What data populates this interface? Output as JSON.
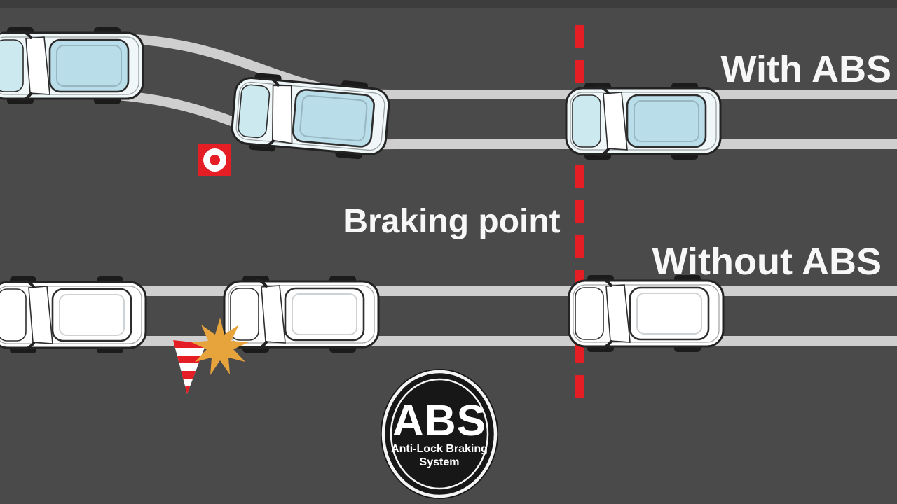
{
  "labels": {
    "with_abs": "With ABS",
    "without_abs": "Without ABS",
    "braking_point": "Braking point"
  },
  "badge": {
    "title": "ABS",
    "subtitle_line1": "Anti-Lock Braking",
    "subtitle_line2": "System"
  },
  "colors": {
    "background": "#4a4a4a",
    "top_strip": "#3d3d3d",
    "lane_line": "#cfcfcf",
    "brake_red": "#e51e25",
    "crash_orange": "#e7a43d",
    "car_glass_blue": "#b9dde9",
    "car_hood_blue": "#cde9f0",
    "badge_bg": "#171717",
    "text_white": "#f7f7f7"
  },
  "icons": {
    "obstacle": "obstacle-target-icon",
    "cone": "traffic-cone-icon",
    "crash": "crash-burst-icon",
    "badge": "abs-badge"
  }
}
